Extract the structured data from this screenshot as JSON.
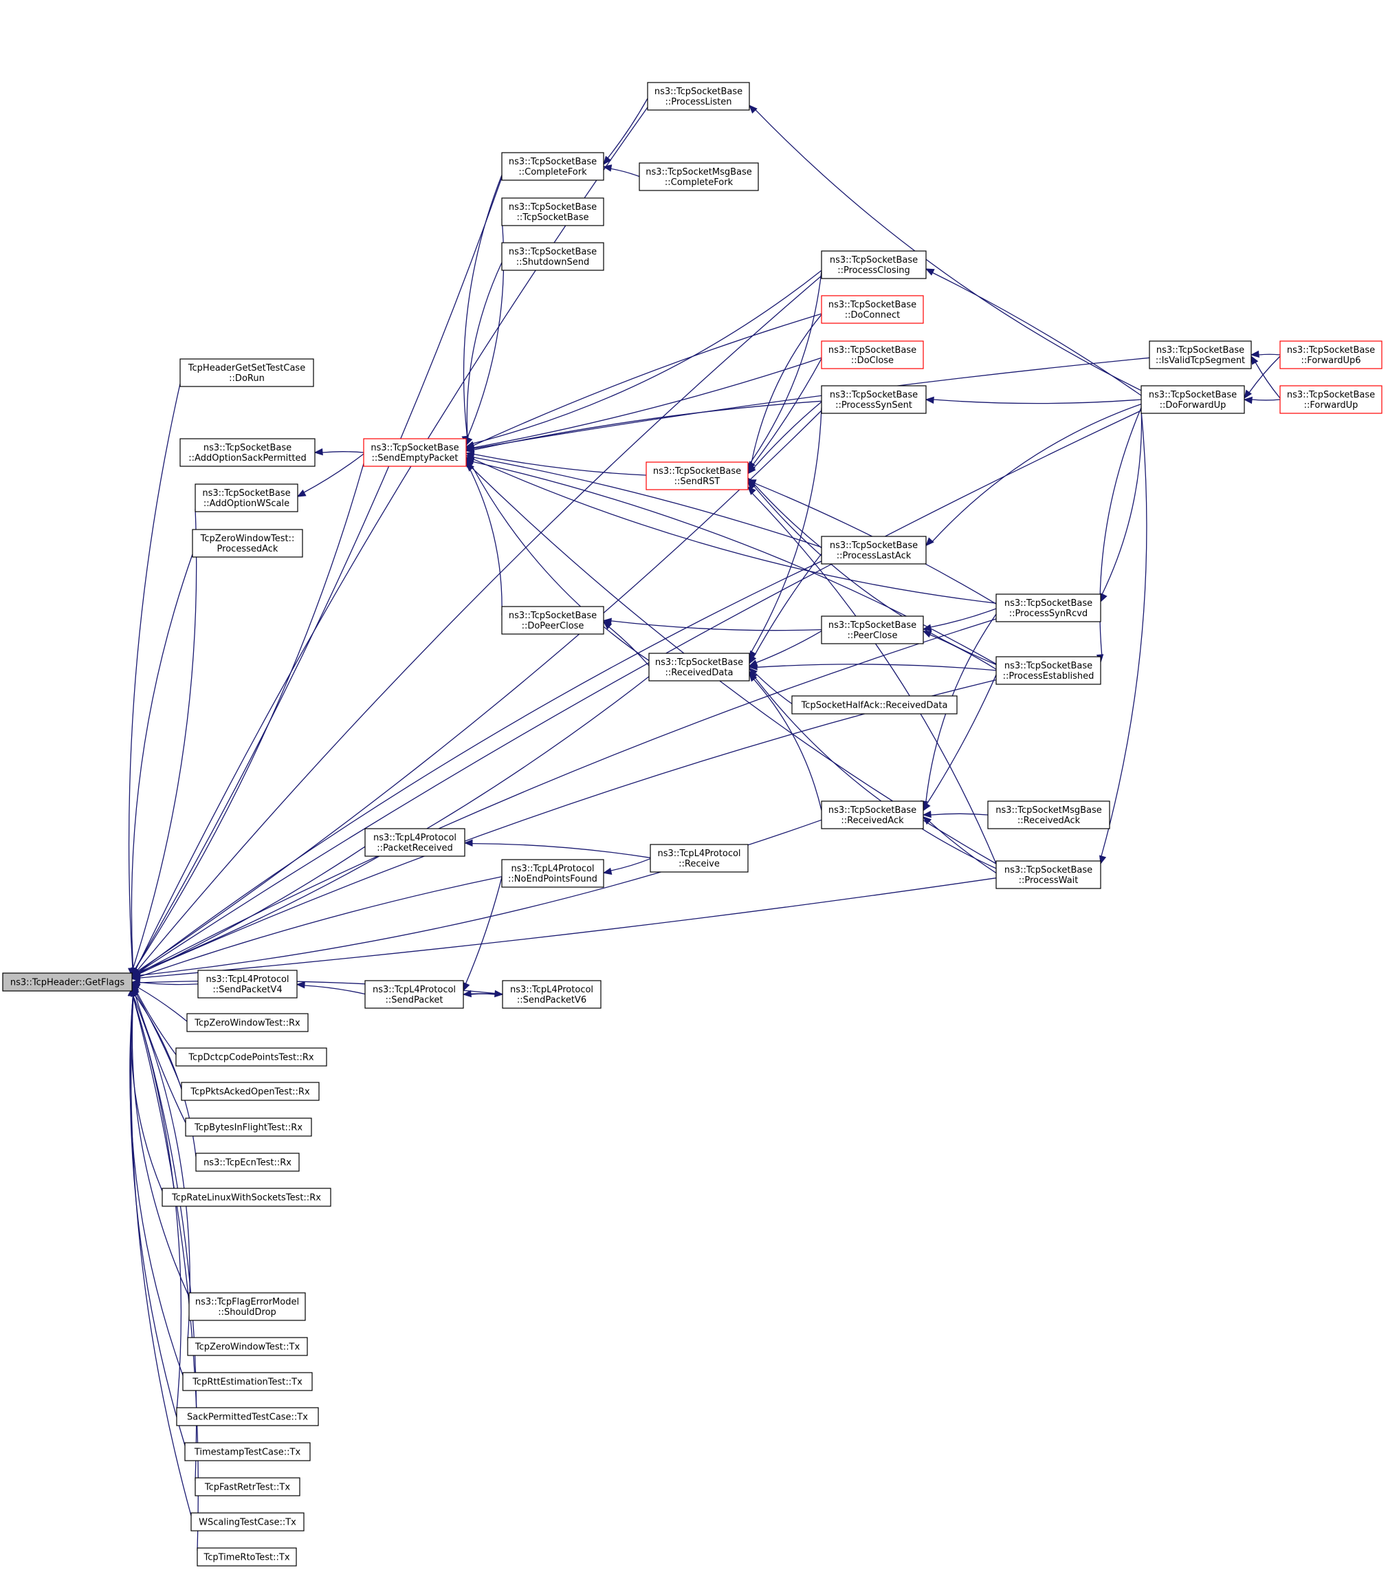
{
  "colors": {
    "edge": "#191970",
    "node_border": "#000000",
    "node_border_truncated": "#ff0000",
    "root_fill": "#bfbfbf",
    "background": "#ffffff"
  },
  "root": "ns3::TcpHeader::GetFlags",
  "nodes": {
    "getflags": {
      "lines": [
        "ns3::TcpHeader::GetFlags"
      ]
    },
    "processListen": {
      "lines": [
        "ns3::TcpSocketBase",
        "::ProcessListen"
      ]
    },
    "completeFork": {
      "lines": [
        "ns3::TcpSocketBase",
        "::CompleteFork"
      ]
    },
    "msgCompleteFork": {
      "lines": [
        "ns3::TcpSocketMsgBase",
        "::CompleteFork"
      ]
    },
    "tcpSocketBaseCtor": {
      "lines": [
        "ns3::TcpSocketBase",
        "::TcpSocketBase"
      ]
    },
    "shutdownSend": {
      "lines": [
        "ns3::TcpSocketBase",
        "::ShutdownSend"
      ]
    },
    "processClosing": {
      "lines": [
        "ns3::TcpSocketBase",
        "::ProcessClosing"
      ]
    },
    "doConnect": {
      "lines": [
        "ns3::TcpSocketBase",
        "::DoConnect"
      ],
      "truncated": true
    },
    "doClose": {
      "lines": [
        "ns3::TcpSocketBase",
        "::DoClose"
      ],
      "truncated": true
    },
    "processSynSent": {
      "lines": [
        "ns3::TcpSocketBase",
        "::ProcessSynSent"
      ]
    },
    "isValidTcpSegment": {
      "lines": [
        "ns3::TcpSocketBase",
        "::IsValidTcpSegment"
      ]
    },
    "forwardUp6": {
      "lines": [
        "ns3::TcpSocketBase",
        "::ForwardUp6"
      ],
      "truncated": true
    },
    "doForwardUp": {
      "lines": [
        "ns3::TcpSocketBase",
        "::DoForwardUp"
      ]
    },
    "forwardUp": {
      "lines": [
        "ns3::TcpSocketBase",
        "::ForwardUp"
      ],
      "truncated": true
    },
    "headerGetSetTestRun": {
      "lines": [
        "TcpHeaderGetSetTestCase",
        "::DoRun"
      ]
    },
    "addOptionSack": {
      "lines": [
        "ns3::TcpSocketBase",
        "::AddOptionSackPermitted"
      ]
    },
    "sendEmptyPacket": {
      "lines": [
        "ns3::TcpSocketBase",
        "::SendEmptyPacket"
      ],
      "truncated": true
    },
    "sendRST": {
      "lines": [
        "ns3::TcpSocketBase",
        "::SendRST"
      ],
      "truncated": true
    },
    "addOptionWScale": {
      "lines": [
        "ns3::TcpSocketBase",
        "::AddOptionWScale"
      ]
    },
    "zeroWindowProcessedAck": {
      "lines": [
        "TcpZeroWindowTest::",
        "ProcessedAck"
      ]
    },
    "processLastAck": {
      "lines": [
        "ns3::TcpSocketBase",
        "::ProcessLastAck"
      ]
    },
    "processSynRcvd": {
      "lines": [
        "ns3::TcpSocketBase",
        "::ProcessSynRcvd"
      ]
    },
    "doPeerClose": {
      "lines": [
        "ns3::TcpSocketBase",
        "::DoPeerClose"
      ]
    },
    "peerClose": {
      "lines": [
        "ns3::TcpSocketBase",
        "::PeerClose"
      ]
    },
    "receivedData": {
      "lines": [
        "ns3::TcpSocketBase",
        "::ReceivedData"
      ]
    },
    "processEstablished": {
      "lines": [
        "ns3::TcpSocketBase",
        "::ProcessEstablished"
      ]
    },
    "halfAckReceivedData": {
      "lines": [
        "TcpSocketHalfAck::ReceivedData"
      ]
    },
    "receivedAck": {
      "lines": [
        "ns3::TcpSocketBase",
        "::ReceivedAck"
      ]
    },
    "msgReceivedAck": {
      "lines": [
        "ns3::TcpSocketMsgBase",
        "::ReceivedAck"
      ]
    },
    "packetReceived": {
      "lines": [
        "ns3::TcpL4Protocol",
        "::PacketReceived"
      ]
    },
    "l4Receive": {
      "lines": [
        "ns3::TcpL4Protocol",
        "::Receive"
      ]
    },
    "noEndPointsFound": {
      "lines": [
        "ns3::TcpL4Protocol",
        "::NoEndPointsFound"
      ]
    },
    "processWait": {
      "lines": [
        "ns3::TcpSocketBase",
        "::ProcessWait"
      ]
    },
    "sendPacketV4": {
      "lines": [
        "ns3::TcpL4Protocol",
        "::SendPacketV4"
      ]
    },
    "sendPacket": {
      "lines": [
        "ns3::TcpL4Protocol",
        "::SendPacket"
      ]
    },
    "sendPacketV6": {
      "lines": [
        "ns3::TcpL4Protocol",
        "::SendPacketV6"
      ]
    },
    "zeroWindowRx": {
      "lines": [
        "TcpZeroWindowTest::Rx"
      ]
    },
    "dctcpRx": {
      "lines": [
        "TcpDctcpCodePointsTest::Rx"
      ]
    },
    "pktsAckedRx": {
      "lines": [
        "TcpPktsAckedOpenTest::Rx"
      ]
    },
    "bytesInFlightRx": {
      "lines": [
        "TcpBytesInFlightTest::Rx"
      ]
    },
    "ecnRx": {
      "lines": [
        "ns3::TcpEcnTest::Rx"
      ]
    },
    "rateLinuxRx": {
      "lines": [
        "TcpRateLinuxWithSocketsTest::Rx"
      ]
    },
    "flagErrorShouldDrop": {
      "lines": [
        "ns3::TcpFlagErrorModel",
        "::ShouldDrop"
      ]
    },
    "zeroWindowTx": {
      "lines": [
        "TcpZeroWindowTest::Tx"
      ]
    },
    "rttEstimationTx": {
      "lines": [
        "TcpRttEstimationTest::Tx"
      ]
    },
    "sackPermittedTx": {
      "lines": [
        "SackPermittedTestCase::Tx"
      ]
    },
    "timestampTx": {
      "lines": [
        "TimestampTestCase::Tx"
      ]
    },
    "fastRetrTx": {
      "lines": [
        "TcpFastRetrTest::Tx"
      ]
    },
    "wscalingTx": {
      "lines": [
        "WScalingTestCase::Tx"
      ]
    },
    "timeRtoTx": {
      "lines": [
        "TcpTimeRtoTest::Tx"
      ]
    }
  },
  "edges": [
    [
      "getflags",
      "processListen"
    ],
    [
      "getflags",
      "completeFork"
    ],
    [
      "getflags",
      "processClosing"
    ],
    [
      "getflags",
      "processSynSent"
    ],
    [
      "getflags",
      "doForwardUp"
    ],
    [
      "getflags",
      "sendEmptyPacket"
    ],
    [
      "getflags",
      "processLastAck"
    ],
    [
      "getflags",
      "receivedData"
    ],
    [
      "getflags",
      "processEstablished"
    ],
    [
      "getflags",
      "packetReceived"
    ],
    [
      "getflags",
      "noEndPointsFound"
    ],
    [
      "getflags",
      "receivedAck"
    ],
    [
      "getflags",
      "processSynRcvd"
    ],
    [
      "getflags",
      "sendPacketV4"
    ],
    [
      "getflags",
      "zeroWindowRx"
    ],
    [
      "getflags",
      "dctcpRx"
    ],
    [
      "getflags",
      "pktsAckedRx"
    ],
    [
      "getflags",
      "bytesInFlightRx"
    ],
    [
      "getflags",
      "ecnRx"
    ],
    [
      "getflags",
      "rateLinuxRx"
    ],
    [
      "getflags",
      "sendPacketV6"
    ],
    [
      "getflags",
      "processWait"
    ],
    [
      "getflags",
      "headerGetSetTestRun"
    ],
    [
      "getflags",
      "addOptionWScale"
    ],
    [
      "getflags",
      "zeroWindowProcessedAck"
    ],
    [
      "getflags",
      "flagErrorShouldDrop"
    ],
    [
      "getflags",
      "zeroWindowTx"
    ],
    [
      "getflags",
      "rttEstimationTx"
    ],
    [
      "getflags",
      "sackPermittedTx"
    ],
    [
      "getflags",
      "timestampTx"
    ],
    [
      "getflags",
      "fastRetrTx"
    ],
    [
      "getflags",
      "wscalingTx"
    ],
    [
      "getflags",
      "timeRtoTx"
    ],
    [
      "completeFork",
      "processListen"
    ],
    [
      "completeFork",
      "msgCompleteFork"
    ],
    [
      "processListen",
      "doForwardUp"
    ],
    [
      "processClosing",
      "doForwardUp"
    ],
    [
      "processSynSent",
      "doForwardUp"
    ],
    [
      "processLastAck",
      "doForwardUp"
    ],
    [
      "processSynRcvd",
      "doForwardUp"
    ],
    [
      "processEstablished",
      "doForwardUp"
    ],
    [
      "processWait",
      "doForwardUp"
    ],
    [
      "isValidTcpSegment",
      "forwardUp6"
    ],
    [
      "isValidTcpSegment",
      "forwardUp"
    ],
    [
      "doForwardUp",
      "forwardUp6"
    ],
    [
      "doForwardUp",
      "forwardUp"
    ],
    [
      "addOptionSack",
      "sendEmptyPacket"
    ],
    [
      "addOptionWScale",
      "sendEmptyPacket"
    ],
    [
      "sendEmptyPacket",
      "completeFork"
    ],
    [
      "sendEmptyPacket",
      "tcpSocketBaseCtor"
    ],
    [
      "sendEmptyPacket",
      "shutdownSend"
    ],
    [
      "sendEmptyPacket",
      "processClosing"
    ],
    [
      "sendEmptyPacket",
      "doConnect"
    ],
    [
      "sendEmptyPacket",
      "doClose"
    ],
    [
      "sendEmptyPacket",
      "processSynSent"
    ],
    [
      "sendEmptyPacket",
      "sendRST"
    ],
    [
      "sendEmptyPacket",
      "processLastAck"
    ],
    [
      "sendEmptyPacket",
      "processSynRcvd"
    ],
    [
      "sendEmptyPacket",
      "doPeerClose"
    ],
    [
      "sendEmptyPacket",
      "receivedData"
    ],
    [
      "sendEmptyPacket",
      "processEstablished"
    ],
    [
      "sendEmptyPacket",
      "processWait"
    ],
    [
      "sendEmptyPacket",
      "isValidTcpSegment"
    ],
    [
      "sendRST",
      "processClosing"
    ],
    [
      "sendRST",
      "doConnect"
    ],
    [
      "sendRST",
      "doClose"
    ],
    [
      "sendRST",
      "processSynSent"
    ],
    [
      "sendRST",
      "processLastAck"
    ],
    [
      "sendRST",
      "processSynRcvd"
    ],
    [
      "sendRST",
      "processEstablished"
    ],
    [
      "sendRST",
      "processWait"
    ],
    [
      "doPeerClose",
      "peerClose"
    ],
    [
      "doPeerClose",
      "receivedData"
    ],
    [
      "peerClose",
      "processSynRcvd"
    ],
    [
      "peerClose",
      "processEstablished"
    ],
    [
      "receivedData",
      "processSynSent"
    ],
    [
      "receivedData",
      "processLastAck"
    ],
    [
      "receivedData",
      "peerClose"
    ],
    [
      "receivedData",
      "processEstablished"
    ],
    [
      "receivedData",
      "halfAckReceivedData"
    ],
    [
      "receivedData",
      "receivedAck"
    ],
    [
      "receivedData",
      "processWait"
    ],
    [
      "receivedAck",
      "processSynRcvd"
    ],
    [
      "receivedAck",
      "processEstablished"
    ],
    [
      "receivedAck",
      "msgReceivedAck"
    ],
    [
      "receivedAck",
      "processWait"
    ],
    [
      "packetReceived",
      "l4Receive"
    ],
    [
      "noEndPointsFound",
      "l4Receive"
    ],
    [
      "sendPacketV4",
      "sendPacket"
    ],
    [
      "sendPacket",
      "noEndPointsFound"
    ],
    [
      "sendPacket",
      "sendPacketV6"
    ],
    [
      "sendPacketV6",
      "sendPacket"
    ]
  ]
}
